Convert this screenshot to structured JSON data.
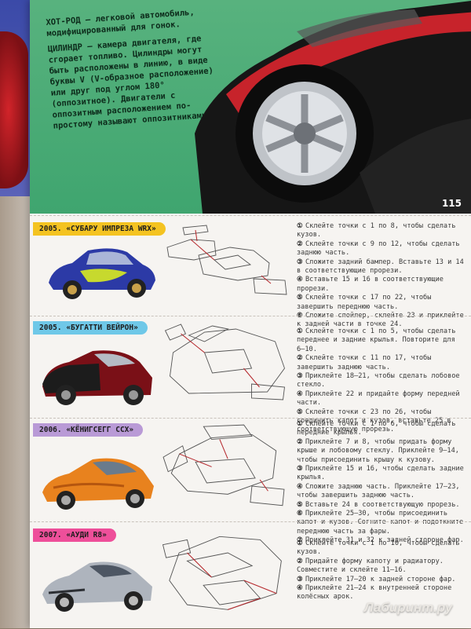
{
  "top": {
    "hotrod": "ХОТ-РОД — легковой автомобиль, модифицированный для гонок.",
    "cylinder": "ЦИЛИНДР — камера двигателя, где сгорает топливо. Цилиндры могут быть расположены в линию, в виде буквы V (V-образное расположение) или друг под углом 180° (оппозитное). Двигатели с оппозитным расположением по-простому называют оппозитниками.",
    "page_number": "115"
  },
  "sections": [
    {
      "title": "2005. «СУБАРУ ИМПРЕЗА WRX»",
      "tag_color": "#f4c321",
      "steps": [
        {
          "n": "①",
          "text": "Склейте точки с 1 по 8, чтобы сделать кузов."
        },
        {
          "n": "②",
          "text": "Склейте точки с 9 по 12, чтобы сделать заднюю часть."
        },
        {
          "n": "③",
          "text": "Сложите задний бампер. Вставьте 13 и 14 в соответствующие прорези."
        },
        {
          "n": "④",
          "text": "Вставьте 15 и 16 в соответствующие прорези."
        },
        {
          "n": "⑤",
          "text": "Склейте точки с 17 по 22, чтобы завершить переднюю часть."
        },
        {
          "n": "⑥",
          "text": "Сложите спойлер, склейте 23 и приклейте к задней части в точке 24."
        }
      ]
    },
    {
      "title": "2005. «БУГАТТИ ВЕЙРОН»",
      "tag_color": "#6fc8e8",
      "steps": [
        {
          "n": "①",
          "text": "Склейте точки с 1 по 5, чтобы сделать переднее и задние крылья. Повторите для 6–10."
        },
        {
          "n": "②",
          "text": "Склейте точки с 11 по 17, чтобы завершить заднюю часть."
        },
        {
          "n": "③",
          "text": "Приклейте 18–21, чтобы сделать лобовое стекло."
        },
        {
          "n": "④",
          "text": "Приклейте 22 и придайте форму передней части."
        },
        {
          "n": "⑤",
          "text": "Склейте точки с 23 по 26, чтобы соединить капот и кузов, вставьте 25 в соответствующую прорезь."
        }
      ]
    },
    {
      "title": "2006. «КЁНИГСЕГГ CCX»",
      "tag_color": "#b99ad6",
      "steps": [
        {
          "n": "①",
          "text": "Склейте точки с 1 по 6, чтобы сделать передние крылья."
        },
        {
          "n": "②",
          "text": "Приклейте 7 и 8, чтобы придать форму крыше и лобовому стеклу. Приклейте 9–14, чтобы присоединить крышу к кузову."
        },
        {
          "n": "③",
          "text": "Приклейте 15 и 16, чтобы сделать задние крылья."
        },
        {
          "n": "④",
          "text": "Сложите заднюю часть. Приклейте 17–23, чтобы завершить заднюю часть."
        },
        {
          "n": "⑤",
          "text": "Вставьте 24 в соответствующую прорезь."
        },
        {
          "n": "⑥",
          "text": "Приклейте 25–30, чтобы присоединить капот и кузов. Согните капот и подоткните переднюю часть за фары."
        },
        {
          "n": "⑦",
          "text": "Приклейте 31 и 32 к задней стороне фар."
        }
      ]
    },
    {
      "title": "2007. «АУДИ R8»",
      "tag_color": "#ee4f9a",
      "steps": [
        {
          "n": "①",
          "text": "Склейте точки с 1 по 10, чтобы сделать кузов."
        },
        {
          "n": "②",
          "text": "Придайте форму капоту и радиатору. Совместите и склейте 11–16."
        },
        {
          "n": "③",
          "text": "Приклейте 17–20 к задней стороне фар."
        },
        {
          "n": "④",
          "text": "Приклейте 21–24 к внутренней стороне колёсных арок."
        }
      ]
    }
  ],
  "logo": "Лабиринт.ру"
}
